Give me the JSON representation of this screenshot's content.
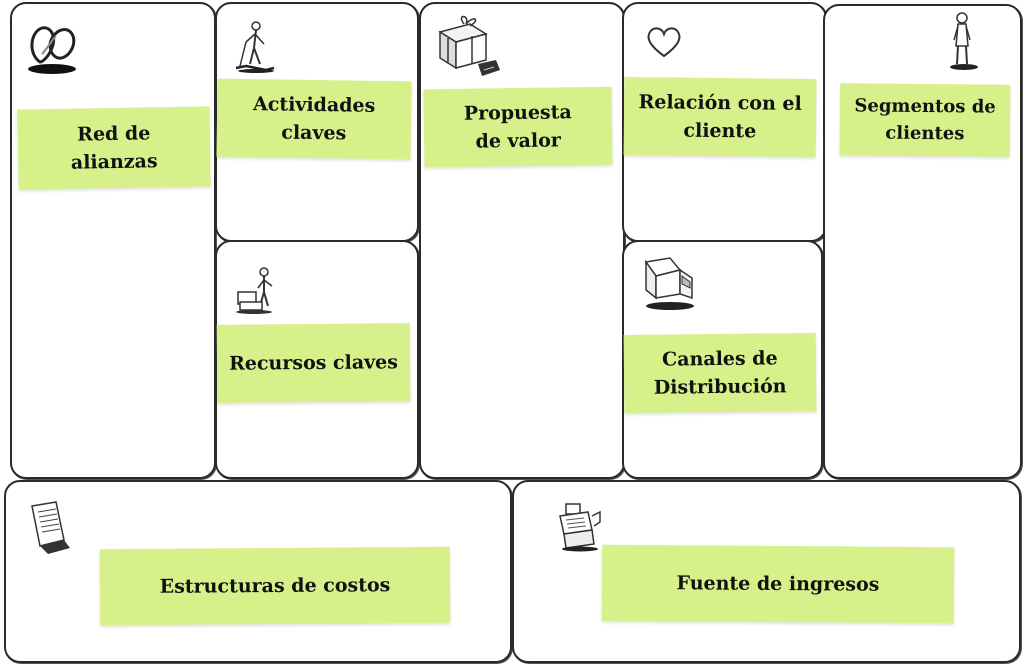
{
  "canvas": {
    "blocks": {
      "partners": {
        "label_line1": "Red de",
        "label_line2": "alianzas",
        "icon": "chain-links-icon"
      },
      "activities": {
        "label_line1": "Actividades",
        "label_line2": "claves",
        "icon": "worker-sweeping-icon"
      },
      "resources": {
        "label_line1": "Recursos claves",
        "icon": "worker-with-boxes-icon"
      },
      "value": {
        "label_line1": "Propuesta",
        "label_line2": "de valor",
        "icon": "gift-box-icon"
      },
      "relationships": {
        "label_line1": "Relación con el",
        "label_line2": "cliente",
        "icon": "heart-icon"
      },
      "channels": {
        "label_line1": "Canales de",
        "label_line2": "Distribución",
        "icon": "delivery-truck-icon"
      },
      "segments": {
        "label_line1": "Segmentos de",
        "label_line2": "clientes",
        "icon": "person-standing-icon"
      },
      "costs": {
        "label_line1": "Estructuras de costos",
        "icon": "receipt-document-icon"
      },
      "revenue": {
        "label_line1": "Fuente de ingresos",
        "icon": "cash-register-icon"
      }
    },
    "colors": {
      "label_fill": "#d6f08a",
      "border": "#2a2a2a"
    }
  }
}
